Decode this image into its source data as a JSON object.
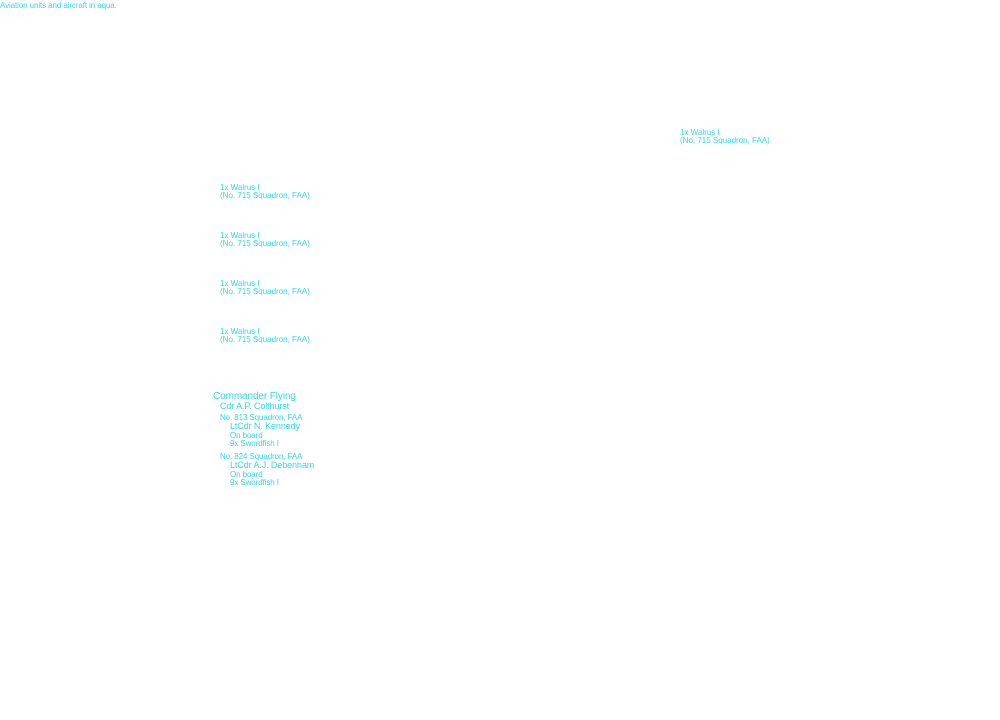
{
  "caption": "Aviation units and aircraft in aqua.",
  "walrus_blocks": [
    {
      "count": "1x Walrus I",
      "unit": "(No. 715 Squadron, FAA)"
    },
    {
      "count": "1x Walrus I",
      "unit": "(No. 715 Squadron, FAA)"
    },
    {
      "count": "1x Walrus I",
      "unit": "(No. 715 Squadron, FAA)"
    },
    {
      "count": "1x Walrus I",
      "unit": "(No. 715 Squadron, FAA)"
    },
    {
      "count": "1x Walrus I",
      "unit": "(No. 715 Squadron, FAA)"
    }
  ],
  "commander": {
    "title": "Commander Flying",
    "name": "Cdr  A.P. Colthurst"
  },
  "squadrons": [
    {
      "name": "No. 813 Squadron, FAA",
      "cmdr": "LtCdr  N. Kennedy",
      "status": "On board",
      "aircraft": "9x  Swordfish I"
    },
    {
      "name": "No. 824 Squadron, FAA",
      "cmdr": "LtCdr  A.J. Debenham",
      "status": "On board",
      "aircraft": "9x  Swordfish I"
    }
  ],
  "colors": {
    "aviation_text": "#33d6e6",
    "background": "#ffffff"
  }
}
